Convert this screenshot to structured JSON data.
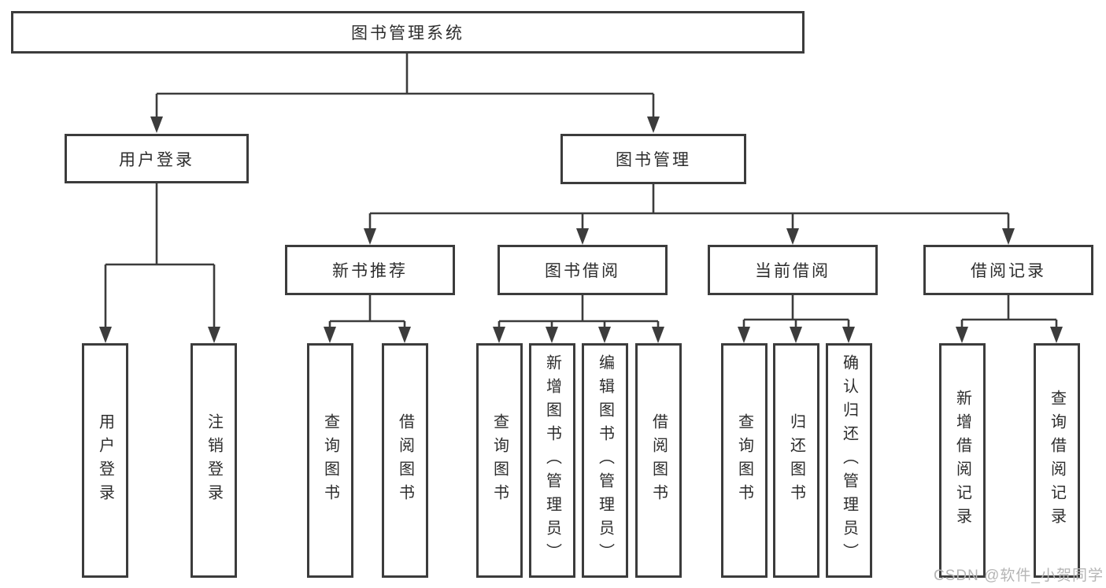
{
  "diagram": {
    "title": "图书管理系统",
    "nodes": {
      "root": "图书管理系统",
      "user_login": "用户登录",
      "book_mgmt": "图书管理",
      "new_book_rec": "新书推荐",
      "book_borrow": "图书借阅",
      "current_borrow": "当前借阅",
      "borrow_records": "借阅记录",
      "leaf_user_login": "用户登录",
      "leaf_logout": "注销登录",
      "leaf_query_book_rec": "查询图书",
      "leaf_borrow_book_rec": "借阅图书",
      "leaf_query_book_borrow": "查询图书",
      "leaf_add_book_admin": "新增图书（管理员）",
      "leaf_edit_book_admin": "编辑图书（管理员）",
      "leaf_borrow_book_borrow": "借阅图书",
      "leaf_query_book_current": "查询图书",
      "leaf_return_book": "归还图书",
      "leaf_confirm_return_admin": "确认归还（管理员）",
      "leaf_add_borrow_record": "新增借阅记录",
      "leaf_query_borrow_record": "查询借阅记录"
    },
    "hierarchy": {
      "图书管理系统": {
        "用户登录": [
          "用户登录",
          "注销登录"
        ],
        "图书管理": {
          "新书推荐": [
            "查询图书",
            "借阅图书"
          ],
          "图书借阅": [
            "查询图书",
            "新增图书（管理员）",
            "编辑图书（管理员）",
            "借阅图书"
          ],
          "当前借阅": [
            "查询图书",
            "归还图书",
            "确认归还（管理员）"
          ],
          "借阅记录": [
            "新增借阅记录",
            "查询借阅记录"
          ]
        }
      }
    }
  },
  "watermark": "CSDN @软件_小贺同学",
  "colors": {
    "line": "#3c3c3c",
    "box_border": "#3c3c3c",
    "text": "#2d2d2d",
    "watermark": "#b5b5b5",
    "background": "#ffffff"
  }
}
